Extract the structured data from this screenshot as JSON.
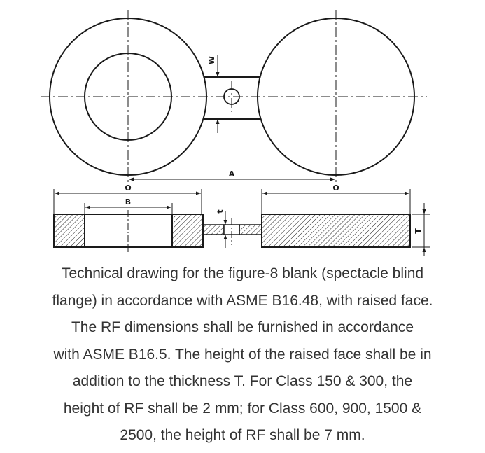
{
  "drawing": {
    "labels": {
      "a": "A",
      "b": "B",
      "o_left": "O",
      "o_right": "O",
      "t_lower": "t",
      "t_upper": "T",
      "w": "W"
    }
  },
  "caption": {
    "lines": [
      "Technical drawing for the figure-8 blank (spectacle blind",
      "flange) in accordance with ASME B16.48, with raised face.",
      "The RF dimensions shall be furnished in accordance",
      "with ASME B16.5. The height of the raised face shall be in",
      "addition to the thickness T. For Class 150 & 300, the",
      "height of RF shall be 2 mm; for Class 600, 900, 1500 &",
      "2500, the height of RF shall be 7 mm."
    ]
  }
}
